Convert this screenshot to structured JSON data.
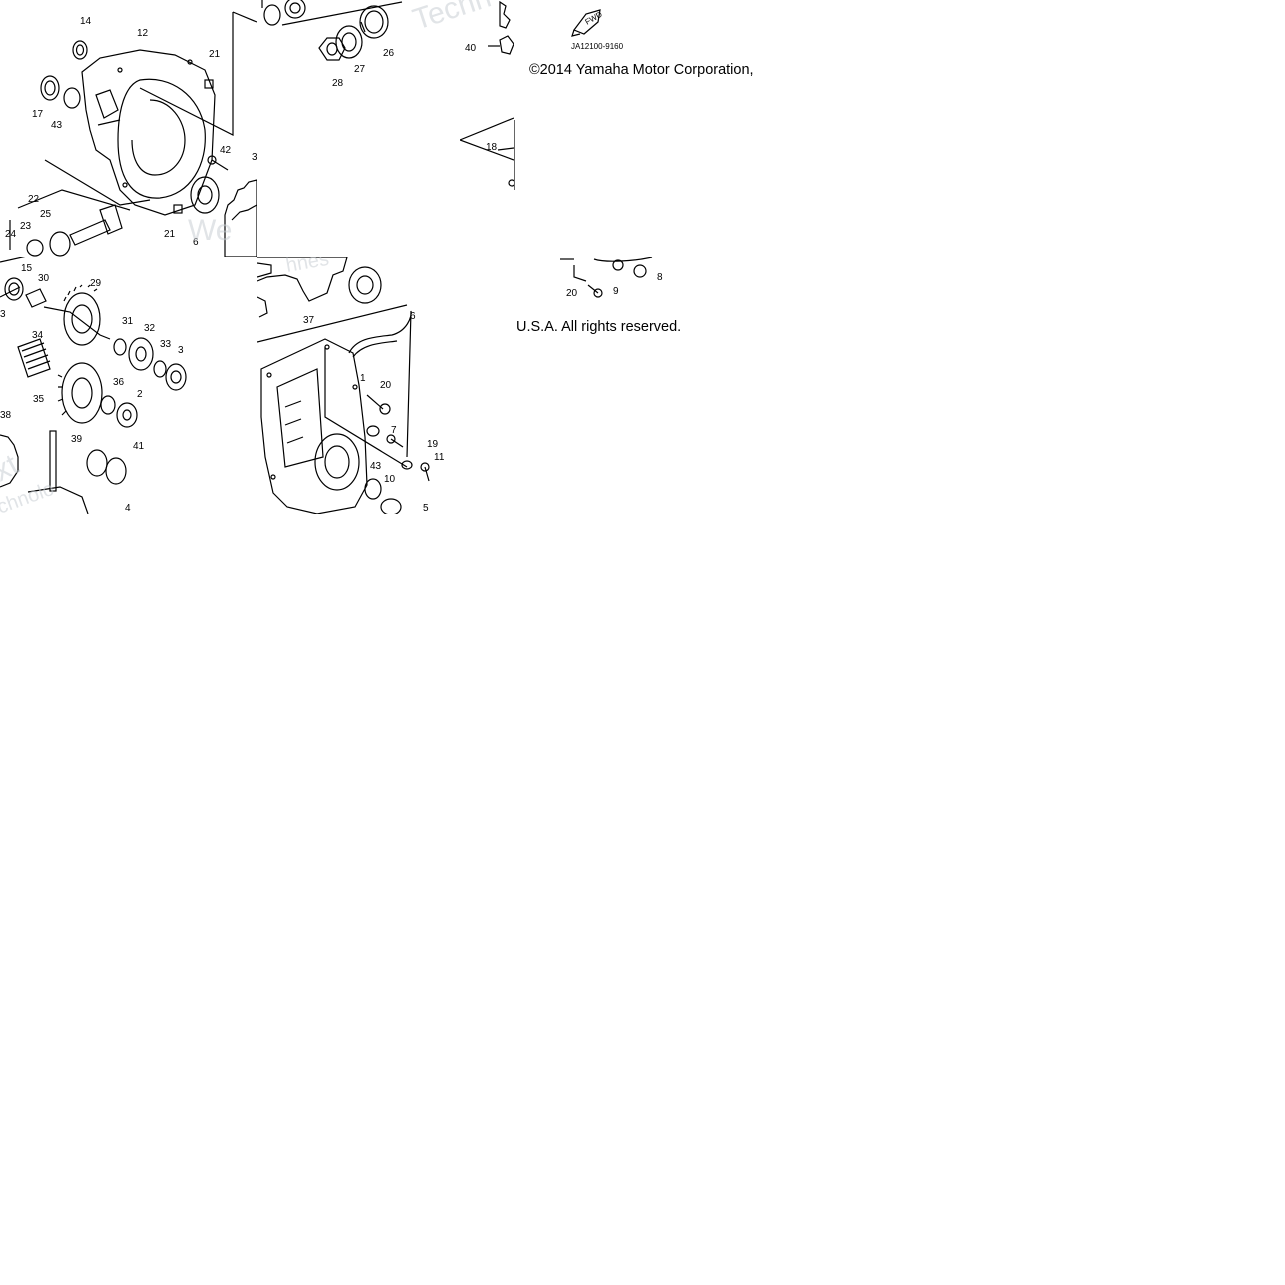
{
  "diagram": {
    "tile_a": {
      "callouts": [
        "14",
        "12",
        "21",
        "17",
        "43",
        "42",
        "22",
        "25",
        "23",
        "24",
        "21",
        "6",
        "3"
      ],
      "watermark": "We"
    },
    "tile_b": {
      "callouts": [
        "26",
        "27",
        "28"
      ],
      "watermark": "Techn"
    },
    "tile_c": {
      "callouts": [
        "40"
      ],
      "fwd_label": "FWD",
      "code": "JA12100-9160",
      "callouts_lower": [
        "18",
        "20",
        "9",
        "8"
      ]
    },
    "tile_d": {
      "callouts": [
        "15",
        "30",
        "29",
        "3",
        "34",
        "31",
        "32",
        "33",
        "3",
        "35",
        "36",
        "2",
        "38",
        "39",
        "41",
        "4"
      ],
      "watermark_a": "xt",
      "watermark_b": "chnolo"
    },
    "tile_e": {
      "callouts": [
        "37",
        "6",
        "1",
        "20",
        "7",
        "19",
        "43",
        "10",
        "11",
        "5"
      ],
      "watermark": "hnes"
    }
  },
  "copyright": {
    "line1": "©2014 Yamaha Motor Corporation,",
    "line2": "U.S.A. All rights reserved."
  }
}
